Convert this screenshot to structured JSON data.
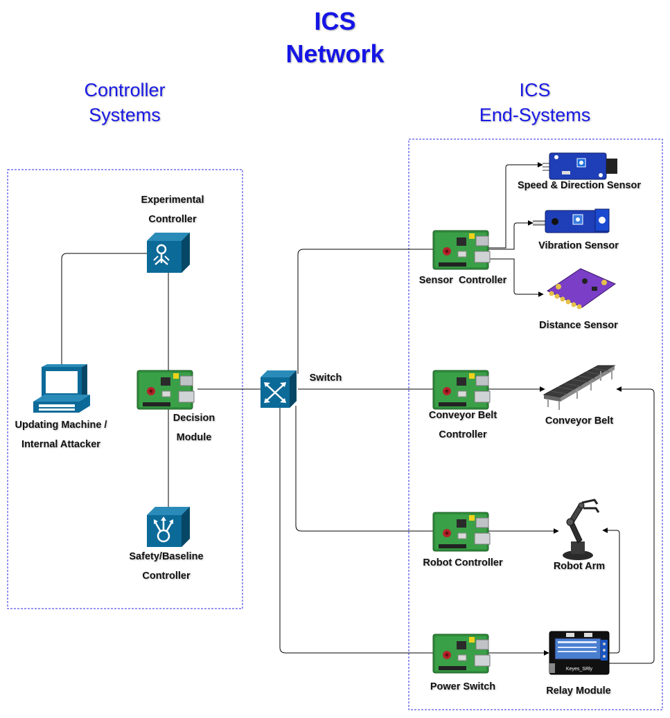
{
  "title": {
    "line1": "ICS",
    "line2": "Network"
  },
  "groups": {
    "controller_systems": {
      "line1": "Controller",
      "line2": "Systems"
    },
    "end_systems": {
      "line1": "ICS",
      "line2": "End-Systems"
    }
  },
  "nodes": {
    "experimental_controller": {
      "line1": "Experimental",
      "line2": "Controller"
    },
    "updating_machine": {
      "line1": "Updating Machine /",
      "line2": "Internal Attacker"
    },
    "decision_module": {
      "line1": "Decision",
      "line2": "Module"
    },
    "safety_controller": {
      "line1": "Safety/Baseline",
      "line2": "Controller"
    },
    "switch": "Switch",
    "sensor_controller": "Sensor  Controller",
    "speed_sensor": "Speed & Direction Sensor",
    "vibration_sensor": "Vibration Sensor",
    "distance_sensor": "Distance Sensor",
    "conveyor_controller": {
      "line1": "Conveyor Belt",
      "line2": "Controller"
    },
    "conveyor_belt": "Conveyor Belt",
    "robot_controller": "Robot Controller",
    "robot_arm": "Robot Arm",
    "power_switch": "Power Switch",
    "relay_module": "Relay Module",
    "relay_board_text": "Keyes_SRly"
  },
  "colors": {
    "title": "#1515e6",
    "group_border": "#2a2ae0",
    "cisco_blue": "#0b5f8a",
    "pcb_green": "#2e8b3a"
  },
  "icons": [
    "cisco-workgroup-icon",
    "desktop-computer-icon",
    "raspberry-pi-icon",
    "cisco-switch-icon",
    "sensor-board-icon",
    "conveyor-belt-icon",
    "robot-arm-icon",
    "relay-module-icon"
  ]
}
